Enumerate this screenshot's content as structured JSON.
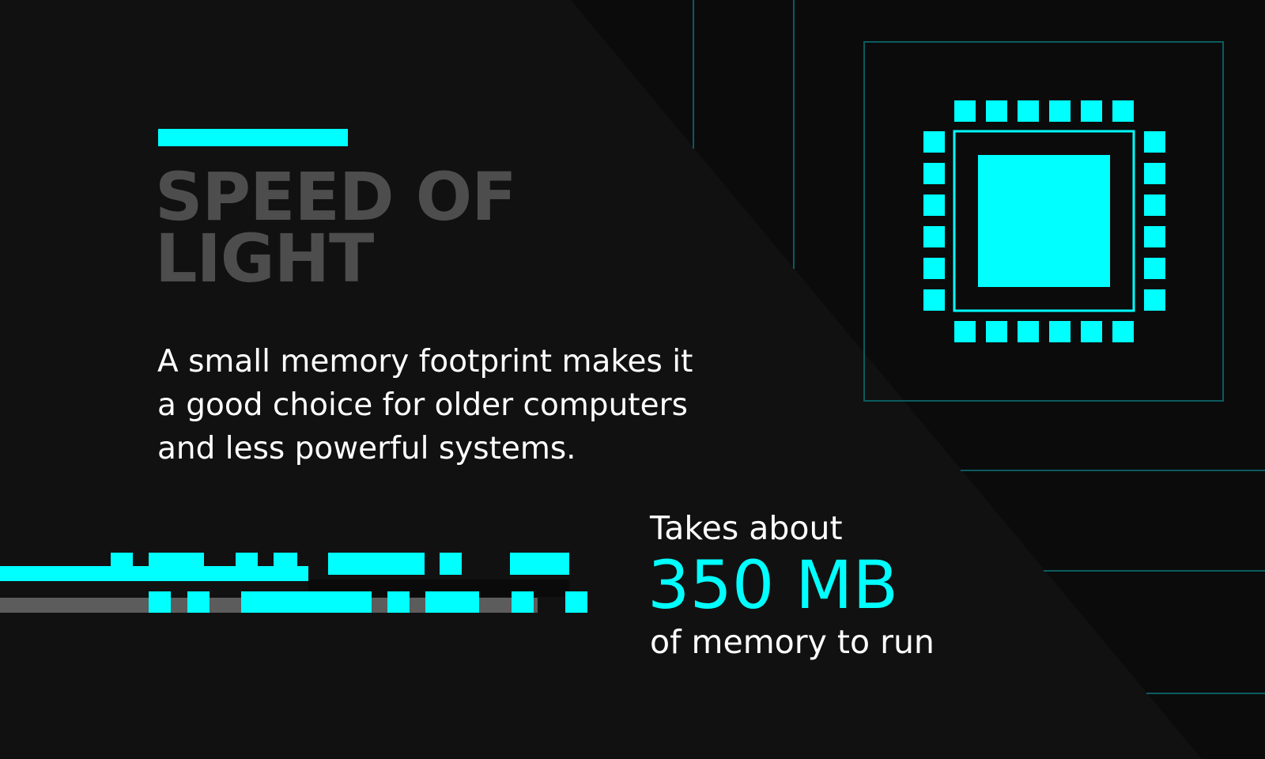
{
  "title_lines": [
    "SPEED OF",
    "LIGHT"
  ],
  "description_lines": [
    "A small memory footprint makes it",
    "a good choice for older computers",
    "and less powerful systems."
  ],
  "stat": {
    "prefix": "Takes about",
    "value": "350 MB",
    "suffix": "of memory to run"
  },
  "colors": {
    "background": "#111111",
    "panel": "#0b0b0b",
    "accent": "#00ffff",
    "title": "#4d4d4d",
    "text": "#ffffff",
    "line": "#0b5b5e"
  },
  "icons": [
    "cpu-chip-icon",
    "data-stream-bars"
  ]
}
